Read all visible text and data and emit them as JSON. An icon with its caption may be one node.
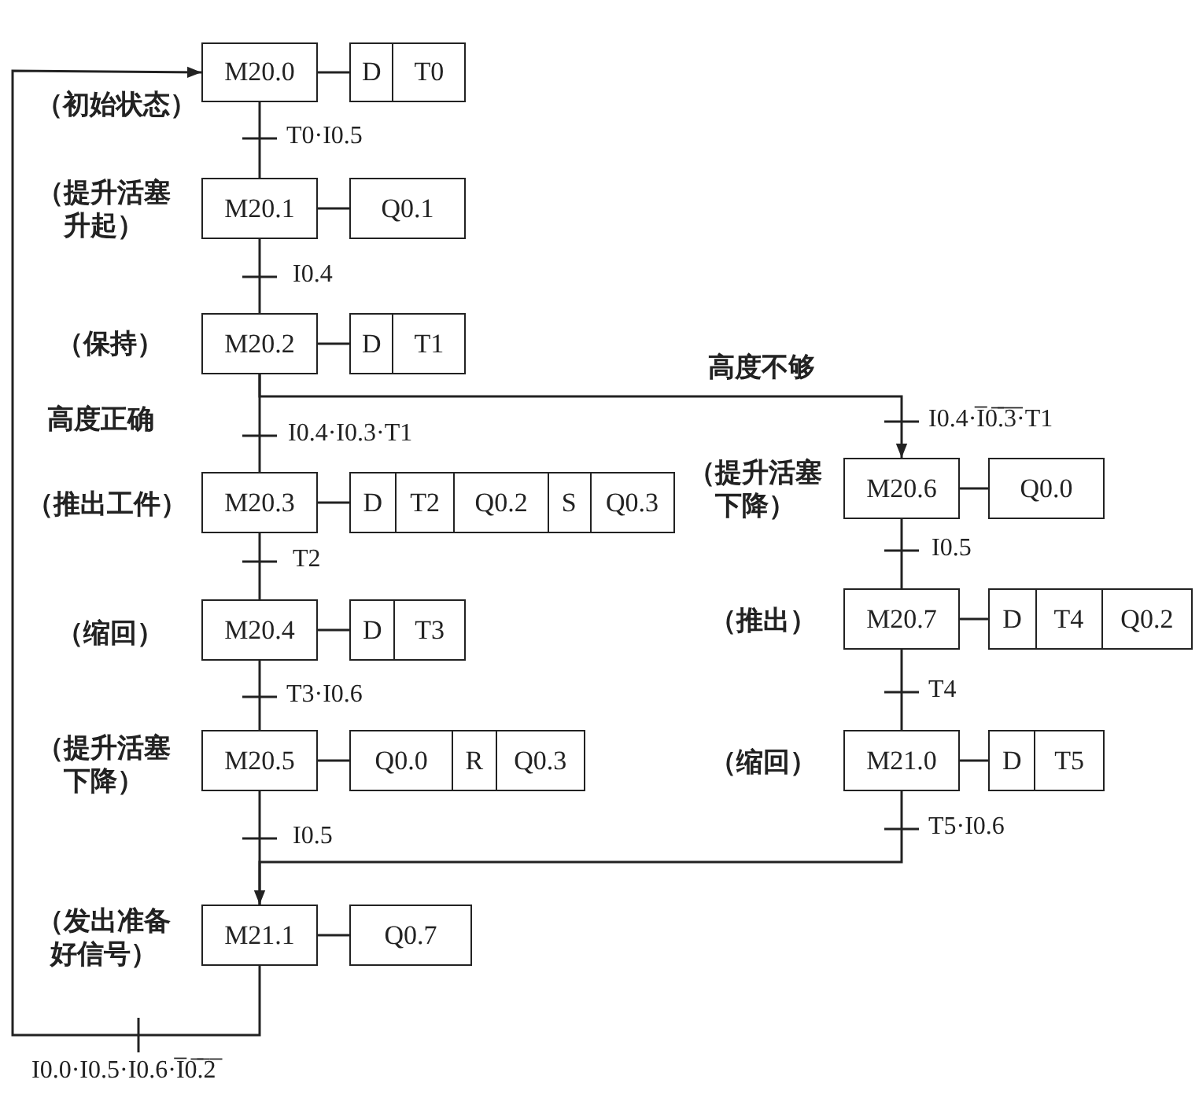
{
  "diagram": {
    "nodes": [
      {
        "text": [
          "M20.0"
        ],
        "beside": [
          "（初始状态）"
        ]
      },
      {
        "text": [
          "D",
          "T0"
        ]
      },
      {
        "text": [
          "M20.1"
        ],
        "beside": [
          "（提升活塞升起）"
        ]
      },
      {
        "text": [
          "Q0.1"
        ]
      },
      {
        "text": [
          "M20.2"
        ],
        "beside": [
          "（保持）"
        ]
      },
      {
        "text": [
          "D",
          "T1"
        ]
      },
      {
        "text": [
          "M20.3"
        ],
        "beside": [
          "（推出工件）"
        ]
      },
      {
        "text": [
          "D",
          "T2",
          "Q0.2",
          "S",
          "Q0.3"
        ]
      },
      {
        "text": [
          "M20.4"
        ],
        "beside": [
          "（缩回）"
        ]
      },
      {
        "text": [
          "D",
          "T3"
        ]
      },
      {
        "text": [
          "M20.5"
        ],
        "beside": [
          "（提升活塞下降）"
        ]
      },
      {
        "text": [
          "Q0.0",
          "R",
          "Q0.3"
        ]
      },
      {
        "text": [
          "M21.1"
        ],
        "beside": [
          "（发出准备好信号）"
        ]
      },
      {
        "text": [
          "Q0.7"
        ]
      },
      {
        "text": [
          "M20.6"
        ],
        "beside": [
          "（提升活塞下降）"
        ]
      },
      {
        "text": [
          "Q0.0"
        ]
      },
      {
        "text": [
          "M20.7"
        ],
        "beside": [
          "（推出）"
        ]
      },
      {
        "text": [
          "D",
          "T4",
          "Q0.2"
        ]
      },
      {
        "text": [
          "M21.0"
        ],
        "beside": [
          "（缩回）"
        ]
      },
      {
        "text": [
          "D",
          "T5"
        ]
      }
    ],
    "edges": [
      {
        "from": 0,
        "to": 1,
        "arrow": "none"
      },
      {
        "from": 0,
        "to": 2,
        "arrow": "none",
        "label": "T0·I0.5"
      },
      {
        "from": 2,
        "to": 3,
        "arrow": "none"
      },
      {
        "from": 2,
        "to": 4,
        "arrow": "none",
        "label": "I0.4"
      },
      {
        "from": 4,
        "to": 5,
        "arrow": "none"
      },
      {
        "from": 4,
        "to": 6,
        "arrow": "none",
        "label": "I0.4·I0.3·T1"
      },
      {
        "from": 4,
        "to": 14,
        "arrow": "to",
        "label": "I0.4·I̅0̅.̅3̅·T1"
      },
      {
        "from": 6,
        "to": 7,
        "arrow": "none"
      },
      {
        "from": 6,
        "to": 8,
        "arrow": "none",
        "label": "T2"
      },
      {
        "from": 8,
        "to": 9,
        "arrow": "none"
      },
      {
        "from": 8,
        "to": 10,
        "arrow": "none",
        "label": "T3·I0.6"
      },
      {
        "from": 10,
        "to": 11,
        "arrow": "none"
      },
      {
        "from": 10,
        "to": 12,
        "arrow": "none",
        "label": "I0.5"
      },
      {
        "from": 12,
        "to": 13,
        "arrow": "none"
      },
      {
        "from": 12,
        "to": 0,
        "arrow": "to",
        "label": "I0.0·I0.5·I0.6·I̅0̅.̅2̅"
      },
      {
        "from": 14,
        "to": 15,
        "arrow": "none"
      },
      {
        "from": 14,
        "to": 16,
        "arrow": "none",
        "label": "I0.5"
      },
      {
        "from": 16,
        "to": 17,
        "arrow": "none"
      },
      {
        "from": 16,
        "to": 18,
        "arrow": "none",
        "label": "T4"
      },
      {
        "from": 18,
        "to": 19,
        "arrow": "none"
      },
      {
        "from": 18,
        "to": 12,
        "arrow": "to",
        "label": "T5·I0.6"
      }
    ],
    "labels": [
      "高度不够",
      "高度正确"
    ]
  }
}
